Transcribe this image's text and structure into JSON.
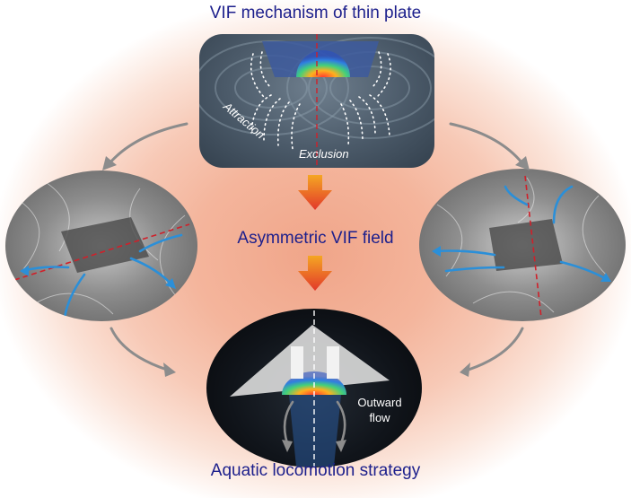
{
  "title": "VIF mechanism of thin plate",
  "middle_label": "Asymmetric VIF field",
  "bottom_label": "Aquatic locomotion strategy",
  "top_panel": {
    "attraction_label": "Attraction",
    "exclusion_label": "Exclusion"
  },
  "bottom_panel": {
    "outward_flow_label": "Outward\nflow"
  },
  "colors": {
    "title_text": "#1c1f8c",
    "flow_lines": "#2b8fd8",
    "symmetry_line": "#d0202a",
    "arrows": "#8c8c8c",
    "down_arrow": "#e2492a"
  }
}
